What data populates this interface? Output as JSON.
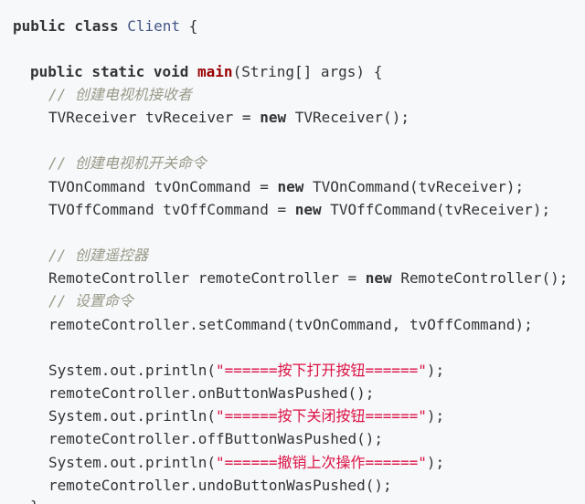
{
  "code": {
    "class_keyword": "public class",
    "class_name": "Client",
    "open_brace": " {",
    "method_modifiers": "public static void",
    "method_name": "main",
    "method_params": "(String[] args) {",
    "comment_receiver": "// 创建电视机接收者",
    "line_receiver_left": "TVReceiver tvReceiver = ",
    "kw_new": "new",
    "line_receiver_right": " TVReceiver();",
    "comment_switch": "// 创建电视机开关命令",
    "line_on_left": "TVOnCommand tvOnCommand = ",
    "line_on_right": " TVOnCommand(tvReceiver);",
    "line_off_left": "TVOffCommand tvOffCommand = ",
    "line_off_right": " TVOffCommand(tvReceiver);",
    "comment_remote": "// 创建遥控器",
    "line_remote_left": "RemoteController remoteController = ",
    "line_remote_right": " RemoteController();",
    "comment_set": "// 设置命令",
    "line_set": "remoteController.setCommand(tvOnCommand, tvOffCommand);",
    "print_prefix": "System.out.println(",
    "print_suffix": ");",
    "str_open": "\"======按下打开按钮======\"",
    "call_on": "remoteController.onButtonWasPushed();",
    "str_close": "\"======按下关闭按钮======\"",
    "call_off": "remoteController.offButtonWasPushed();",
    "str_undo": "\"======撤销上次操作======\"",
    "call_undo": "remoteController.undoButtonWasPushed();",
    "closing_brace": "}"
  }
}
